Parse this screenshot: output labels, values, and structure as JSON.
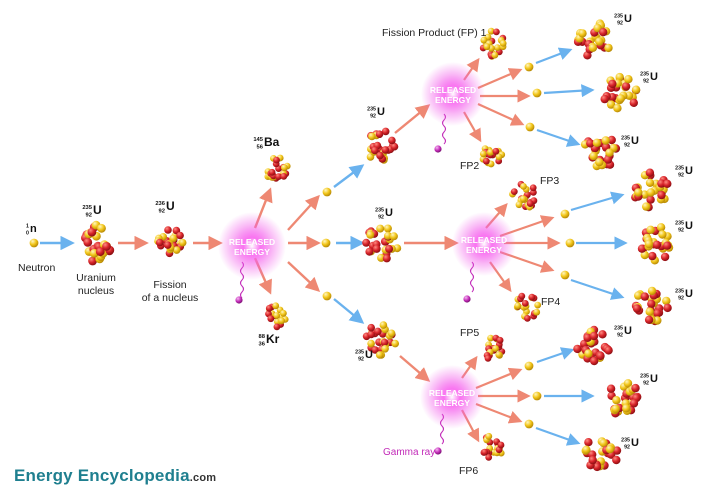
{
  "labels": {
    "neutron": "Neutron",
    "uranium_line1": "Uranium",
    "uranium_line2": "nucleus",
    "fission_line1": "Fission",
    "fission_line2": "of a nucleus",
    "fp1": "Fission Product (FP) 1",
    "fp2": "FP2",
    "fp3": "FP3",
    "fp4": "FP4",
    "fp5": "FP5",
    "fp6": "FP6",
    "gamma": "Gamma ray"
  },
  "energy": {
    "line1": "RELEASED",
    "line2": "ENERGY"
  },
  "isotopes": {
    "neutron": {
      "mass": "1",
      "atomic": "0",
      "symbol": "n"
    },
    "u235": {
      "mass": "235",
      "atomic": "92",
      "symbol": "U"
    },
    "u236": {
      "mass": "236",
      "atomic": "92",
      "symbol": "U"
    },
    "ba145": {
      "mass": "145",
      "atomic": "56",
      "symbol": "Ba"
    },
    "kr88": {
      "mass": "88",
      "atomic": "36",
      "symbol": "Kr"
    }
  },
  "brand": {
    "name": "Energy Encyclopedia",
    "domain": ".com"
  },
  "colors": {
    "neutron_arrow": "#6ab2ee",
    "product_arrow": "#ee8873",
    "proton": "#d8242a",
    "neutron_particle": "#f0c419",
    "energy_glow": "#f25bea",
    "gamma": "#c22bb8",
    "brand": "#1f7f8f"
  }
}
